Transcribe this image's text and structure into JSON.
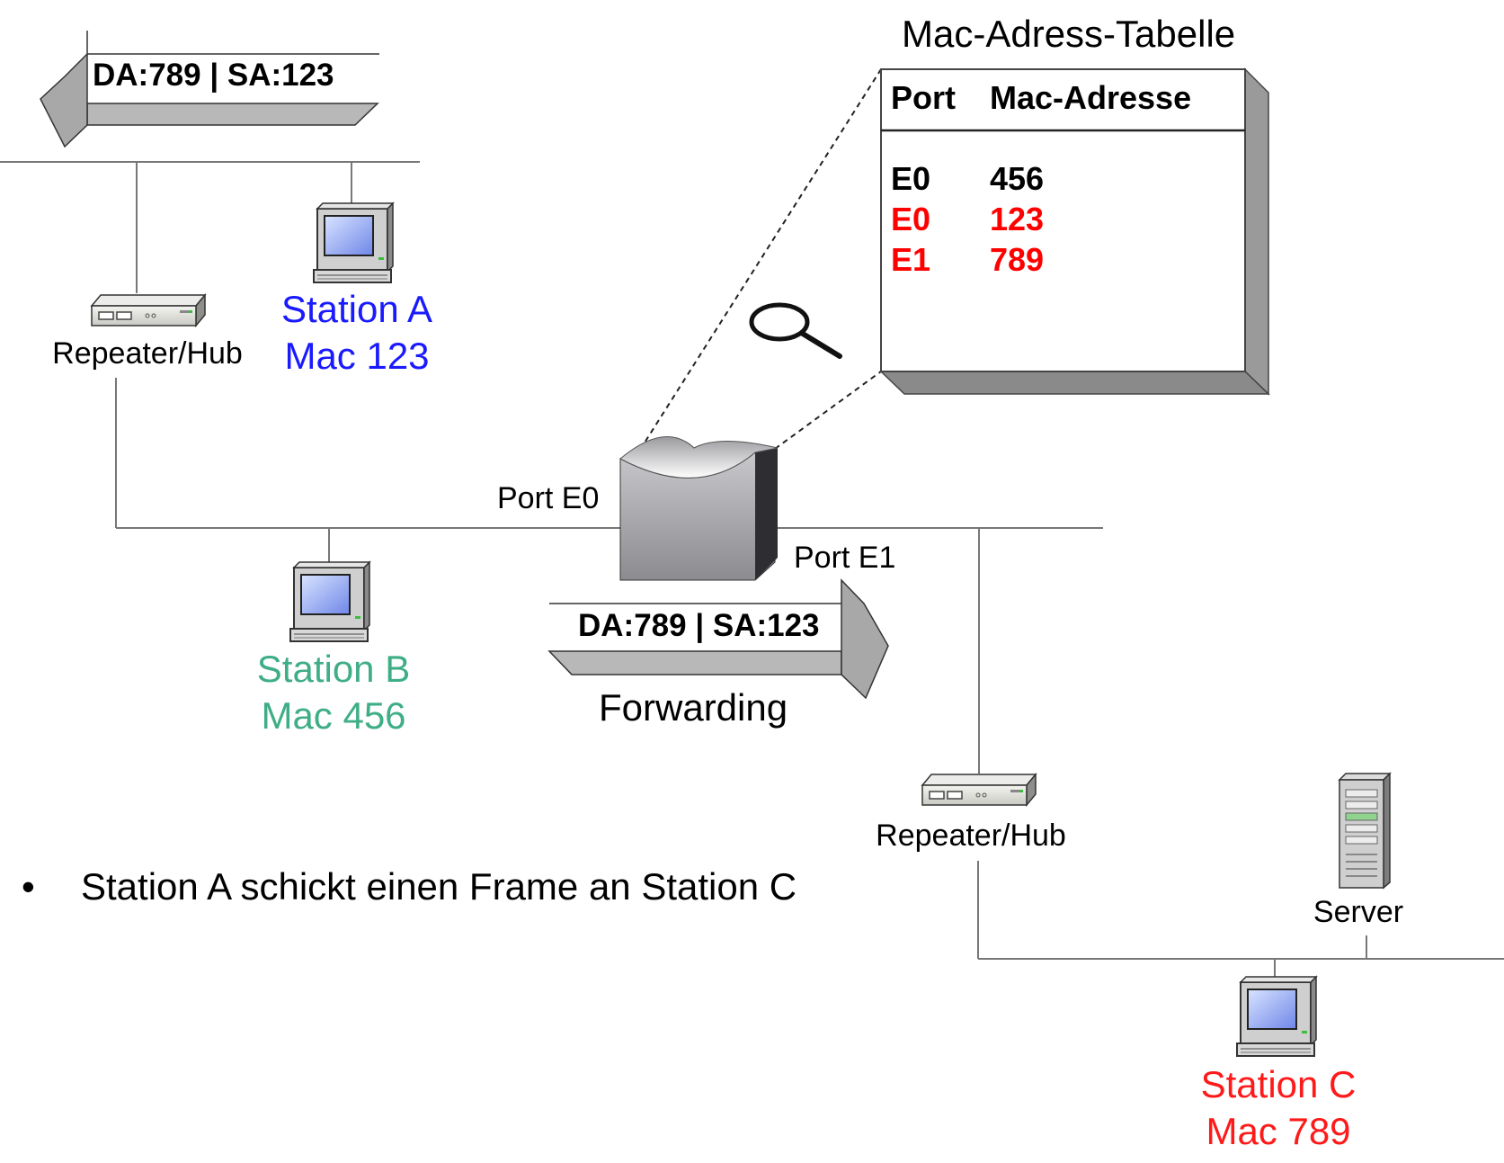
{
  "table": {
    "title": "Mac-Adress-Tabelle",
    "headers": {
      "port": "Port",
      "mac": "Mac-Adresse"
    },
    "rows": [
      {
        "port": "E0",
        "mac": "456",
        "color": "#000000"
      },
      {
        "port": "E0",
        "mac": "123",
        "color": "#ff0000"
      },
      {
        "port": "E1",
        "mac": "789",
        "color": "#ff0000"
      }
    ]
  },
  "frames": {
    "top": "DA:789 | SA:123",
    "forward": "DA:789 | SA:123",
    "forward_caption": "Forwarding"
  },
  "switch": {
    "port_e0": "Port E0",
    "port_e1": "Port E1"
  },
  "hubs": {
    "left": "Repeater/Hub",
    "right": "Repeater/Hub"
  },
  "server": {
    "label": "Server"
  },
  "stations": {
    "a": {
      "name": "Station A",
      "mac": "Mac 123",
      "color": "#1a1aff"
    },
    "b": {
      "name": "Station B",
      "mac": "Mac 456",
      "color": "#3fae86"
    },
    "c": {
      "name": "Station C",
      "mac": "Mac 789",
      "color": "#ff1a1a"
    }
  },
  "bullet": {
    "symbol": "•",
    "text": "Station A schickt einen Frame an Station C"
  }
}
